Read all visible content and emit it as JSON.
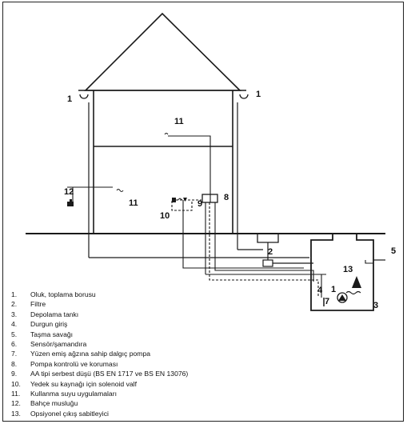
{
  "callouts": {
    "gutter_left": "1",
    "gutter_right": "1",
    "upper_floor": "11",
    "ground_floor": "11",
    "garden_tap": "12",
    "control_unit": "8",
    "airgap": "9",
    "solenoid": "10",
    "filter": "2",
    "tank": "3",
    "pump": "1",
    "float": "4",
    "calm_inlet": "7",
    "overflow_fix": "13",
    "overflow": "5"
  },
  "legend": [
    {
      "num": "1.",
      "text": "Oluk, toplama borusu"
    },
    {
      "num": "2.",
      "text": "Filtre"
    },
    {
      "num": "3.",
      "text": "Depolama tankı"
    },
    {
      "num": "4.",
      "text": "Durgun giriş"
    },
    {
      "num": "5.",
      "text": "Taşma savağı"
    },
    {
      "num": "6.",
      "text": "Sensör/şamandıra"
    },
    {
      "num": "7.",
      "text": "Yüzen emiş ağzına sahip dalgıç pompa"
    },
    {
      "num": "8.",
      "text": "Pompa kontrolü ve koruması"
    },
    {
      "num": "9.",
      "text": "AA tipi serbest düşü (BS EN 1717 ve BS EN 13076)"
    },
    {
      "num": "10.",
      "text": "Yedek su kaynağı için solenoid valf"
    },
    {
      "num": "11.",
      "text": "Kullanma suyu uygulamaları"
    },
    {
      "num": "12.",
      "text": "Bahçe musluğu"
    },
    {
      "num": "13.",
      "text": "Opsiyonel çıkış sabitleyici"
    }
  ]
}
